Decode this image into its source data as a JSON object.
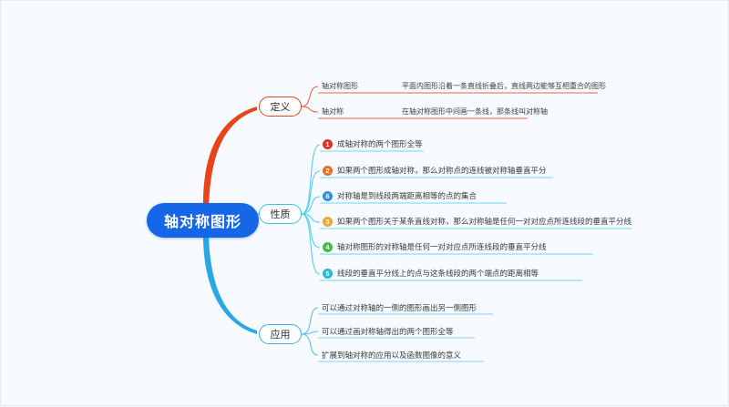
{
  "mindmap": {
    "title": "轴对称图形",
    "central": {
      "label": "轴对称图形",
      "color": "#1667e8",
      "text_color": "#ffffff"
    },
    "branches": [
      {
        "id": "definition",
        "label": "定义",
        "color": "#e04a20",
        "children": [
          {
            "term": "轴对称图形",
            "description": "平面内图形沿着一条直线折叠后，直线两边能够互相重合的图形"
          },
          {
            "term": "轴对称",
            "description": "在轴对称图形中间画一条线，那条线叫对称轴"
          }
        ]
      },
      {
        "id": "properties",
        "label": "性质",
        "color": "#35c3e8",
        "children": [
          {
            "number": "1",
            "badge_color": "#e03028",
            "text": "成轴对称的两个图形全等"
          },
          {
            "number": "2",
            "badge_color": "#ef6a1f",
            "text": "如果两个图形成轴对称，那么对称点的连线被对称轴垂直平分"
          },
          {
            "number": "6",
            "badge_color": "#2f8fe0",
            "text": "对称轴是到线段两端距离相等的点的集合"
          },
          {
            "number": "3",
            "badge_color": "#f2a529",
            "text": "如果两个图形关于某条直线对称，那么对称轴是任何一对对应点所连线段的垂直平分线"
          },
          {
            "number": "4",
            "badge_color": "#3fbf47",
            "text": "轴对称图形的对称轴是任何一对对应点所连线段的垂直平分线"
          },
          {
            "number": "5",
            "badge_color": "#25b9d6",
            "text": "线段的垂直平分线上的点与这条线段的两个端点的距离相等"
          }
        ]
      },
      {
        "id": "application",
        "label": "应用",
        "color": "#3fa9f0",
        "children": [
          {
            "text": "可以通过对称轴的一侧的图形画出另一侧图形"
          },
          {
            "text": "可以通过画对称轴得出的两个图形全等"
          },
          {
            "text": "扩展到轴对称的应用以及函数图像的意义"
          }
        ]
      }
    ]
  }
}
